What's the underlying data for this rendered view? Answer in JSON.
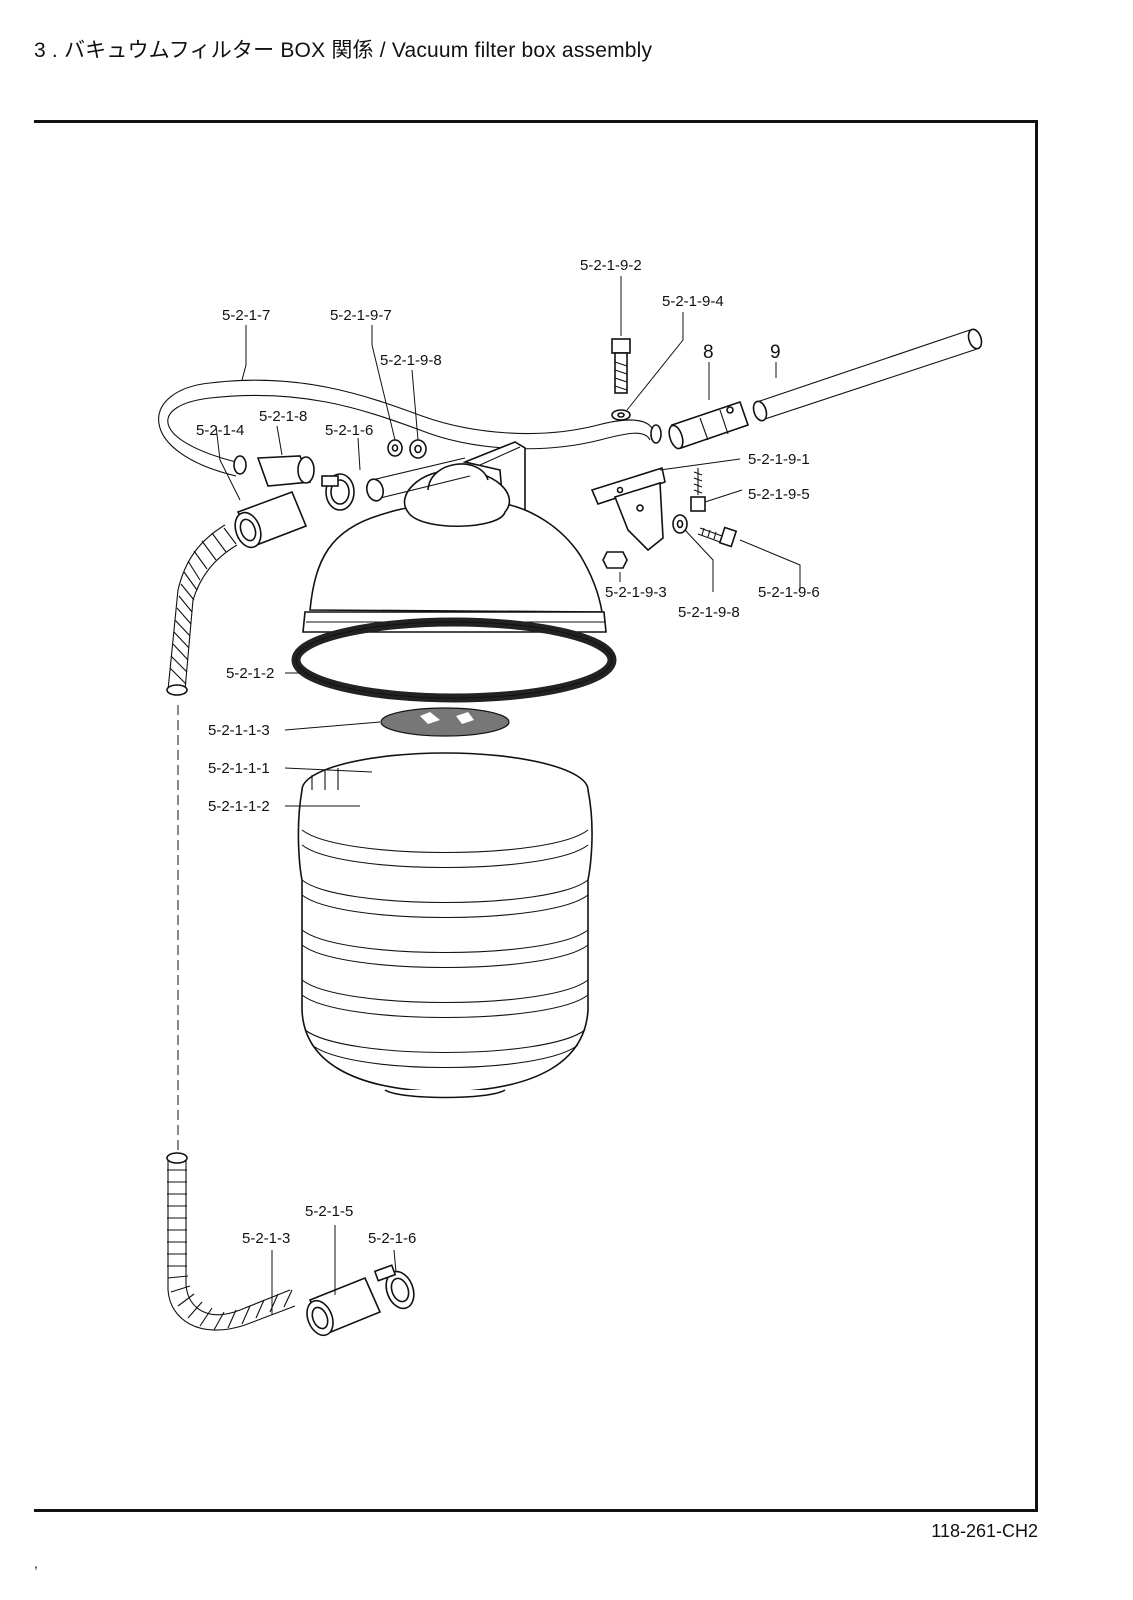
{
  "header": {
    "title": "3 . バキュウムフィルター BOX 関係 / Vacuum filter box assembly"
  },
  "footer": {
    "doc_code": "118-261-CH2",
    "mark": ","
  },
  "callouts": {
    "c_5_2_1_9_2": "5-2-1-9-2",
    "c_5_2_1_9_4": "5-2-1-9-4",
    "c_8": "8",
    "c_9": "9",
    "c_5_2_1_7": "5-2-1-7",
    "c_5_2_1_9_7": "5-2-1-9-7",
    "c_5_2_1_9_8_top": "5-2-1-9-8",
    "c_5_2_1_4": "5-2-1-4",
    "c_5_2_1_8": "5-2-1-8",
    "c_5_2_1_6_top": "5-2-1-6",
    "c_5_2_1_9_1": "5-2-1-9-1",
    "c_5_2_1_9_5": "5-2-1-9-5",
    "c_5_2_1_9_3": "5-2-1-9-3",
    "c_5_2_1_9_6": "5-2-1-9-6",
    "c_5_2_1_9_8_bot": "5-2-1-9-8",
    "c_5_2_1_2": "5-2-1-2",
    "c_5_2_1_1_3": "5-2-1-1-3",
    "c_5_2_1_1_1": "5-2-1-1-1",
    "c_5_2_1_1_2": "5-2-1-1-2",
    "c_5_2_1_5": "5-2-1-5",
    "c_5_2_1_3": "5-2-1-3",
    "c_5_2_1_6_bot": "5-2-1-6"
  }
}
